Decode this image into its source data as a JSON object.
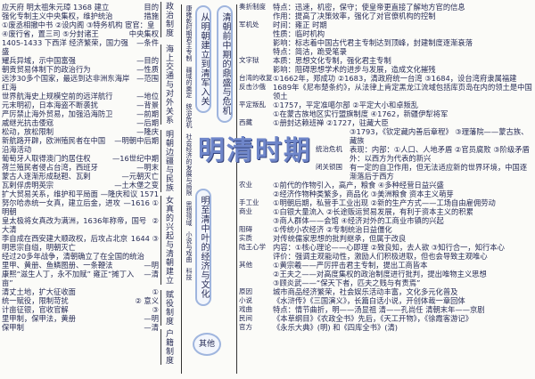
{
  "title": "明清时期",
  "branches": {
    "ming_founding": "从明朝建立到清军入关",
    "qing_peak": "清朝前中期的鼎盛与危机",
    "economy_culture": "明至清中叶的经济与文化",
    "other": "其他"
  },
  "left_categories": [
    "政治制度",
    "海上交通与对外关系",
    "明朝边疆与民族",
    "女真的兴起与清朝建立",
    "赋役制度",
    "户籍制度"
  ],
  "left_lines": [
    {
      "main": "应天府 明太祖朱元璋 1368 建立",
      "tail": "目的"
    },
    {
      "main": "强化专制主义中央集权，维护统治",
      "tail": "措施"
    },
    {
      "main": "①废丞相撤中书 ②设内阁 ③特务机构 宦官：皇",
      "tail": ""
    },
    {
      "main": "④废行省，置三司 ⑤分封诸王",
      "tail": "中央集权"
    },
    {
      "main": "1405-1433 下西洋 经济繁荣，国力强盛",
      "tail": "—条件"
    },
    {
      "main": "耀兵异域，示中国富强",
      "tail": "—目的"
    },
    {
      "main": "朝贡贸易体制下的政治行为",
      "tail": "—性质"
    },
    {
      "main": "远涉30多个国家，最远到达非洲东海岸红海",
      "tail": "—范围"
    },
    {
      "main": "世界航海史上规模空前的远洋航行",
      "tail": "—地位"
    },
    {
      "main": "元末明初，日本海盗不断袭扰",
      "tail": "—背景"
    },
    {
      "main": "严厉禁止海外贸易，加强沿海防卫",
      "tail": "—前期"
    },
    {
      "main": "戚继光抗击倭寇",
      "tail": "—后期"
    },
    {
      "main": "松动，放松限制",
      "tail": "—隆庆"
    },
    {
      "main": "新航路开辟，欧洲殖民者在中国沿海活动",
      "tail": "—明朝中后期"
    },
    {
      "main": "葡萄牙人取得澳门的居住权",
      "tail": "—16世纪中期"
    },
    {
      "main": "荷兰殖民者侵占台湾，西班牙",
      "tail": "—明末"
    },
    {
      "main": "蒙古人逐渐形成鞑靼、瓦剌",
      "tail": "—元朝灭亡"
    },
    {
      "main": "瓦剌俘虏明英宗",
      "tail": "—土木堡之变"
    },
    {
      "main": "扩大贸易关系，维护和平局面",
      "tail": "—隆庆和议 1571"
    },
    {
      "main": "努尔哈赤统一女真，建立后金，进攻明朝",
      "tail": "—1616 ①"
    },
    {
      "main": "皇太极将女真改为满洲，1636年称帝，国号大清",
      "tail": "②"
    },
    {
      "main": "李自成在西安建大顺政权，后攻占北京",
      "tail": "1644 ③"
    },
    {
      "main": "明思宗自缢，明朝灭亡",
      "tail": ""
    },
    {
      "main": "经过20多年战争，清朝确立了在全国的统治",
      "tail": ""
    },
    {
      "main": "里甲、黄册、鱼鳞图册、一条鞭法",
      "tail": "—明"
    },
    {
      "main": "康熙“滋生人丁，永不加赋” 雍正“摊丁入亩”",
      "tail": "—清"
    },
    {
      "main": "清丈土地，扩大征收面",
      "tail": "①"
    },
    {
      "main": "统一赋役，限制苛扰",
      "tail": "② 意义"
    },
    {
      "main": "计亩征银，官收官解",
      "tail": "③"
    },
    {
      "main": "里甲制，保甲法，黄册",
      "tail": "—明"
    },
    {
      "main": "保甲制",
      "tail": "—清"
    }
  ],
  "right_lines": [
    {
      "tag": "奏折制度",
      "det": "特点：迅速，机密，保守；使皇帝更直接了解地方官的信息"
    },
    {
      "tag": "",
      "det": "作用：提高了决策效率，强化了对官僚机构的控制"
    },
    {
      "tag": "军机处",
      "det": "时间：雍正 时期"
    },
    {
      "tag": "",
      "det": "性质：临时机构"
    },
    {
      "tag": "",
      "det": "影响：标志着中国古代君主专制达到顶峰，封建制度逐渐衰落"
    },
    {
      "tag": "",
      "det": "特点：简洁，跪受笔录"
    },
    {
      "tag": "文字狱",
      "det": "本质：思想文化专制，强化君主专制"
    },
    {
      "tag": "",
      "det": "影响：阻碍思想学术的进步与发展，造成文化摧残"
    },
    {
      "tag": "台湾的收复",
      "det": "①1662年，郑成功 ②1683，清政府统一台湾 ③1684，设台湾府隶属福建"
    },
    {
      "tag": "反击沙俄",
      "det": "1689年《尼布楚条约》，从法律上肯定黑龙江流域包括库页岛在内的领土是中国领土"
    },
    {
      "tag": "平定叛乱",
      "det": "①1757，平定准噶尔部 ②平定大小和卓叛乱"
    },
    {
      "tag": "",
      "det": "①在蒙古族地区实行盟旗制度 ④1762，新疆伊犁将军"
    },
    {
      "tag": "西藏",
      "det": "①册封达赖班禅 ②1727，驻藏大臣"
    },
    {
      "tag": "",
      "det": "③1793，《钦定藏内善后章程》 ③理藩院——蒙古族、藏族"
    },
    {
      "tag": "统治危机",
      "det": "表现：内部：①人口、人地矛盾 ②官员腐败 ③阶级矛盾 外：以西方为代表的新兴"
    },
    {
      "tag": "闭关锁国",
      "det": "有一定的自卫作用，但无法适应新的世界环境，中国逐渐落后于西方"
    },
    {
      "tag": "农业",
      "det": "①前代的作物引入，高产，粮食 ④多种经营日益兴盛"
    },
    {
      "tag": "",
      "det": "②经济作物种类繁多，商品化 ③美洲粮食    资本主义萌芽"
    },
    {
      "tag": "手工业",
      "det": "①明朝后期，私营手工业出现 ②新的生产方式——工场自由雇佣劳动"
    },
    {
      "tag": "商业",
      "det": "①白银大量流入 ②长途贩运贸易发展，有利于资本主义的积累"
    },
    {
      "tag": "",
      "det": "③商人群体——会馆 ④经济对外的工商业市镇的兴起"
    },
    {
      "tag": "阻碍",
      "det": "①传统小农经济 ②专制统治日益僵化"
    },
    {
      "tag": "实质",
      "det": "对传统儒家思想的批判继承，但属于改良"
    },
    {
      "tag": "陆王心学",
      "det": "内容：①核心理论——心即理 ②致良知，去人欲 ③知行合一，知行本心"
    },
    {
      "tag": "",
      "det": "评价：强调主观能动性，激励人们积极进取，但也会导致主观唯心"
    },
    {
      "tag": "其他",
      "det": "①黄宗羲——严厉抨击君主专制，提出工商皆本"
    },
    {
      "tag": "",
      "det": "②王夫之——对高度集权的政治制度进行批判，提出唯物主义思想"
    },
    {
      "tag": "",
      "det": "③顾炎武——“保天下者，匹夫之贱与有责焉”"
    },
    {
      "tag": "原因",
      "det": "城市商品经济繁荣，社会娱乐活动丰富，文化多元化普及"
    },
    {
      "tag": "小说",
      "det": "《水浒传》《三国演义》，长篇白话小说，开创体裁一章回体"
    },
    {
      "tag": "戏曲",
      "det": "特点：情节曲折，明——汤显祖 清——孔尚任 清朝末年——京剧"
    },
    {
      "tag": "民间",
      "det": "《本草纲目》《农政全书》先后，《天工开物》，《徐霞客游记》"
    },
    {
      "tag": "官方",
      "det": "《永乐大典》(明) 和《四库全书》(清)"
    }
  ],
  "right_groups": [
    "康雍乾时期君主专制",
    "疆域的奠定",
    "统治危机",
    "社会经济的发展与局限",
    "思想领域",
    "小说与戏曲",
    "科技"
  ]
}
